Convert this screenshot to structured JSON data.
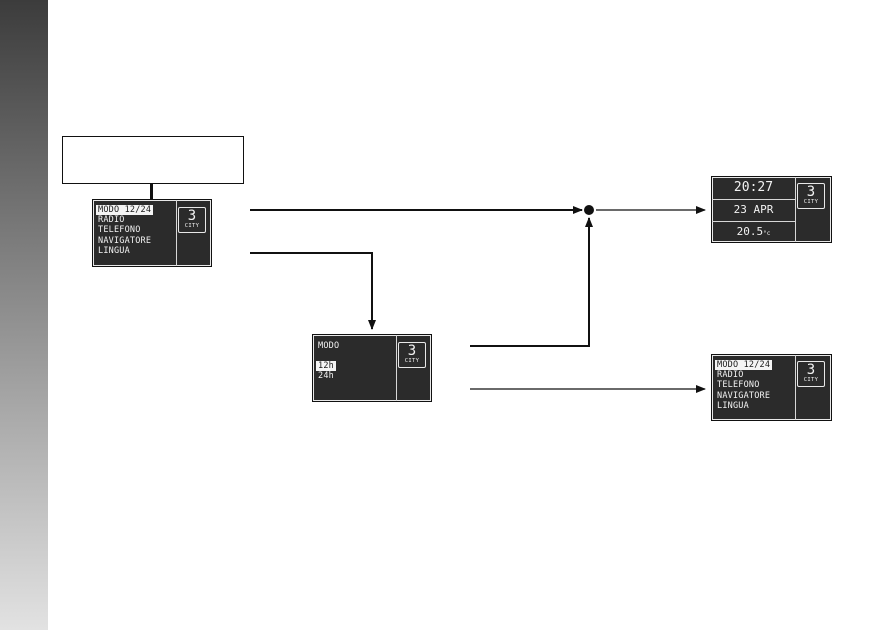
{
  "menu_screen": {
    "items": [
      "MODO 12/24",
      "RADIO",
      "TELEFONO",
      "NAVIGATORE",
      "LINGUA"
    ],
    "badge_number": "3",
    "badge_label": "CITY"
  },
  "mode_screen": {
    "title": "MODO",
    "options": [
      "12h",
      "24h"
    ],
    "badge_number": "3",
    "badge_label": "CITY"
  },
  "clock_screen": {
    "time": "20:27",
    "date": "23 APR",
    "temperature": "20.5",
    "temperature_unit": "°c",
    "badge_number": "3",
    "badge_label": "CITY"
  },
  "result_menu_screen": {
    "items": [
      "MODO 12/24",
      "RADIO",
      "TELEFONO",
      "NAVIGATORE",
      "LINGUA"
    ],
    "badge_number": "3",
    "badge_label": "CITY"
  },
  "colors": {
    "screen_background": "#2b2b2b",
    "screen_text": "#f2f2f2",
    "line": "#111111"
  }
}
